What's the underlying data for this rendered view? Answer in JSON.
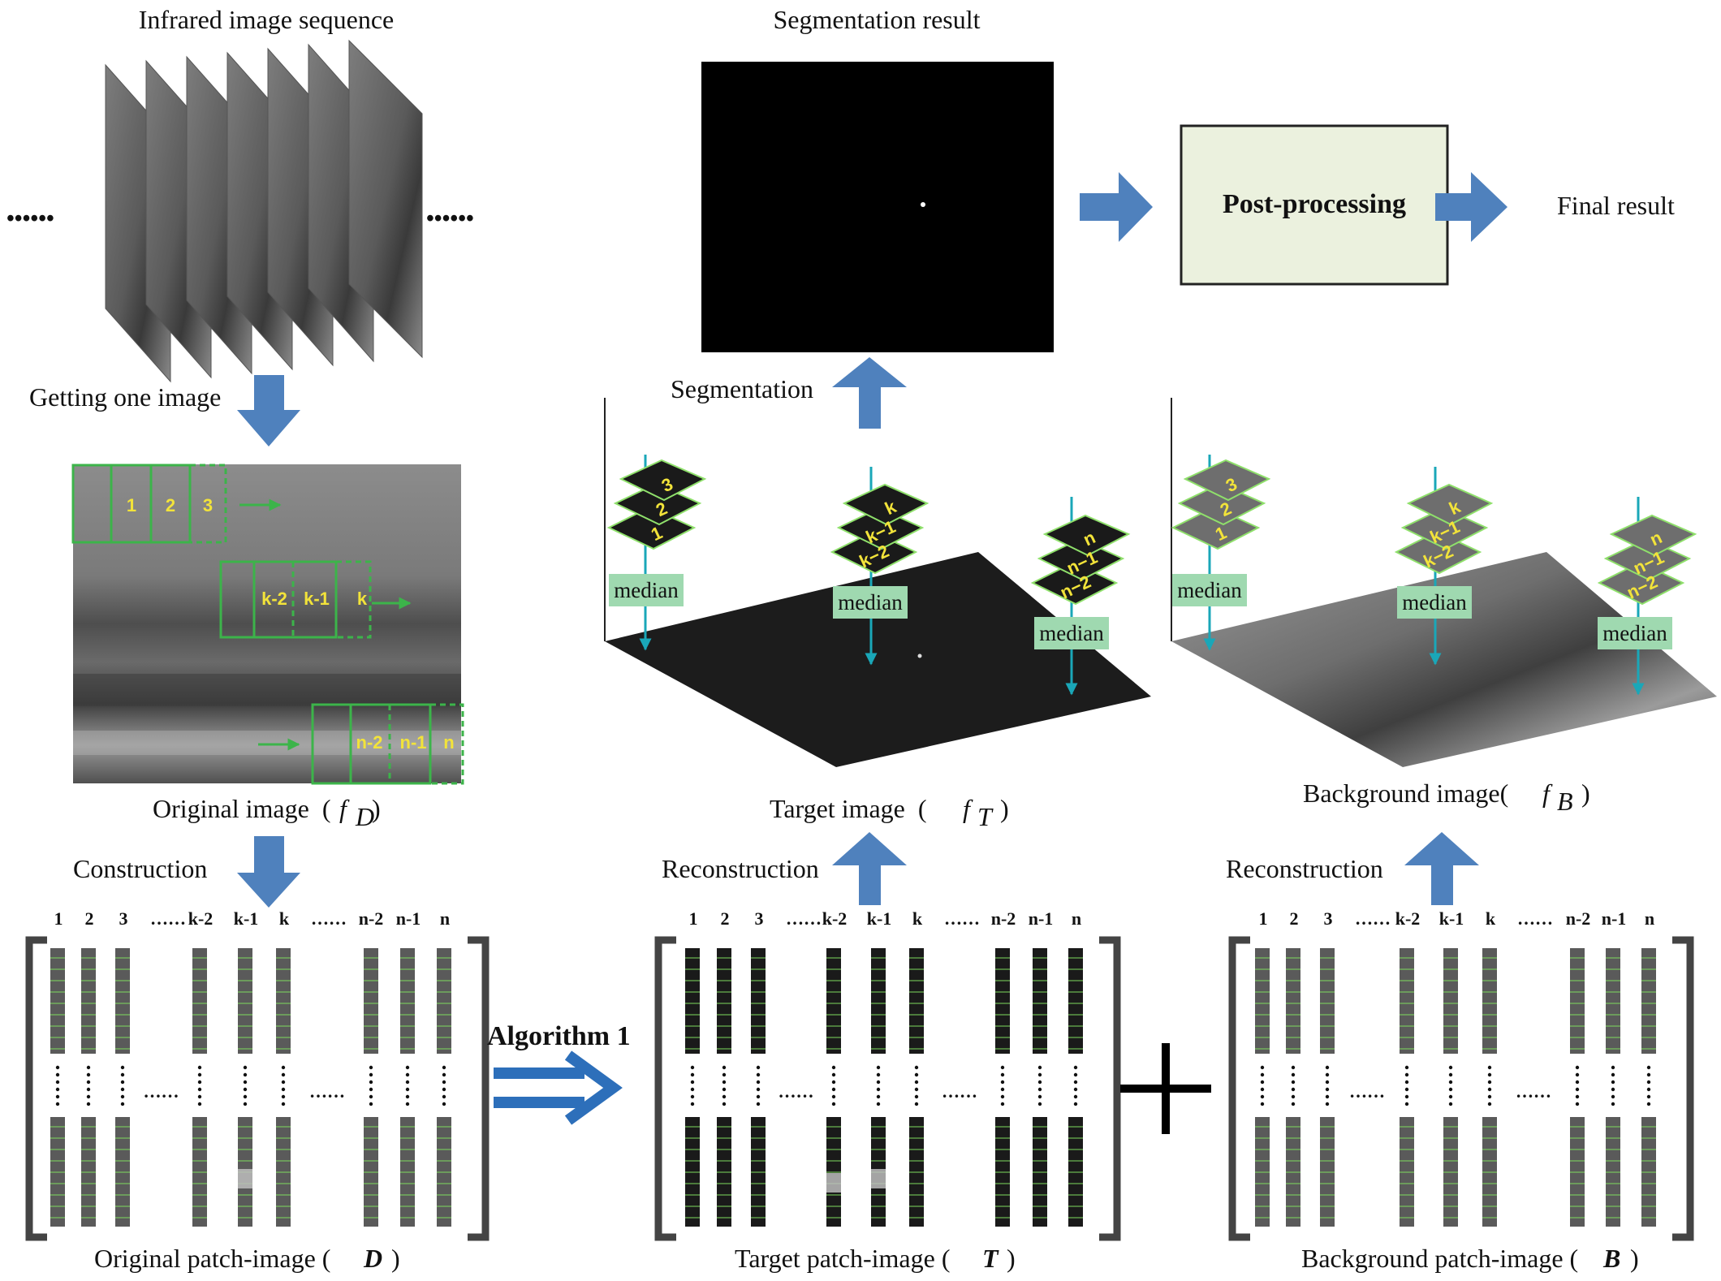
{
  "labels": {
    "sequence_title": "Infrared image sequence",
    "getting_one_image": "Getting one image",
    "original_image": "Original image  (",
    "original_image_sym": "f",
    "original_image_sub": "D",
    "original_image_end": ")",
    "construction": "Construction",
    "segmentation_result": "Segmentation result",
    "segmentation": "Segmentation",
    "post_processing": "Post-processing",
    "final_result": "Final result",
    "target_image": "Target image  (",
    "target_image_sym": "f",
    "target_image_sub": "T",
    "target_image_end": ")",
    "background_image": "Background image(",
    "background_image_sym": "f",
    "background_image_sub": "B",
    "background_image_end": ")",
    "reconstruction": "Reconstruction",
    "algorithm": "Algorithm 1",
    "median": "median",
    "original_patch_pre": "Original patch-image (",
    "original_patch_sym": "D",
    "target_patch_pre": "Target patch-image (",
    "target_patch_sym": "T",
    "background_patch_pre": "Background patch-image (",
    "background_patch_sym": "B",
    "close_paren": ")"
  },
  "window_numbers": {
    "top": [
      "1",
      "2",
      "3"
    ],
    "middle": [
      "k-2",
      "k-1",
      "k"
    ],
    "bottom": [
      "n-2",
      "n-1",
      "n"
    ]
  },
  "stack_labels": {
    "first": [
      "3",
      "2",
      "1"
    ],
    "middle": [
      "k",
      "k−1",
      "k−2"
    ],
    "last": [
      "n",
      "n−1",
      "n−2"
    ]
  },
  "matrix_headers": [
    "1",
    "2",
    "3",
    "……",
    "k-2",
    "k-1",
    "k",
    "……",
    "n-2",
    "n-1",
    "n"
  ],
  "ellipsis_dots": "••••••",
  "matrix_ellipsis": "……",
  "colors": {
    "arrow_blue": "#4f81bd",
    "patch_green": "#3cb44a",
    "label_yellow": "#f2e33a",
    "median_bg": "#9fd9b0",
    "post_box_fill": "#ebf1de"
  }
}
